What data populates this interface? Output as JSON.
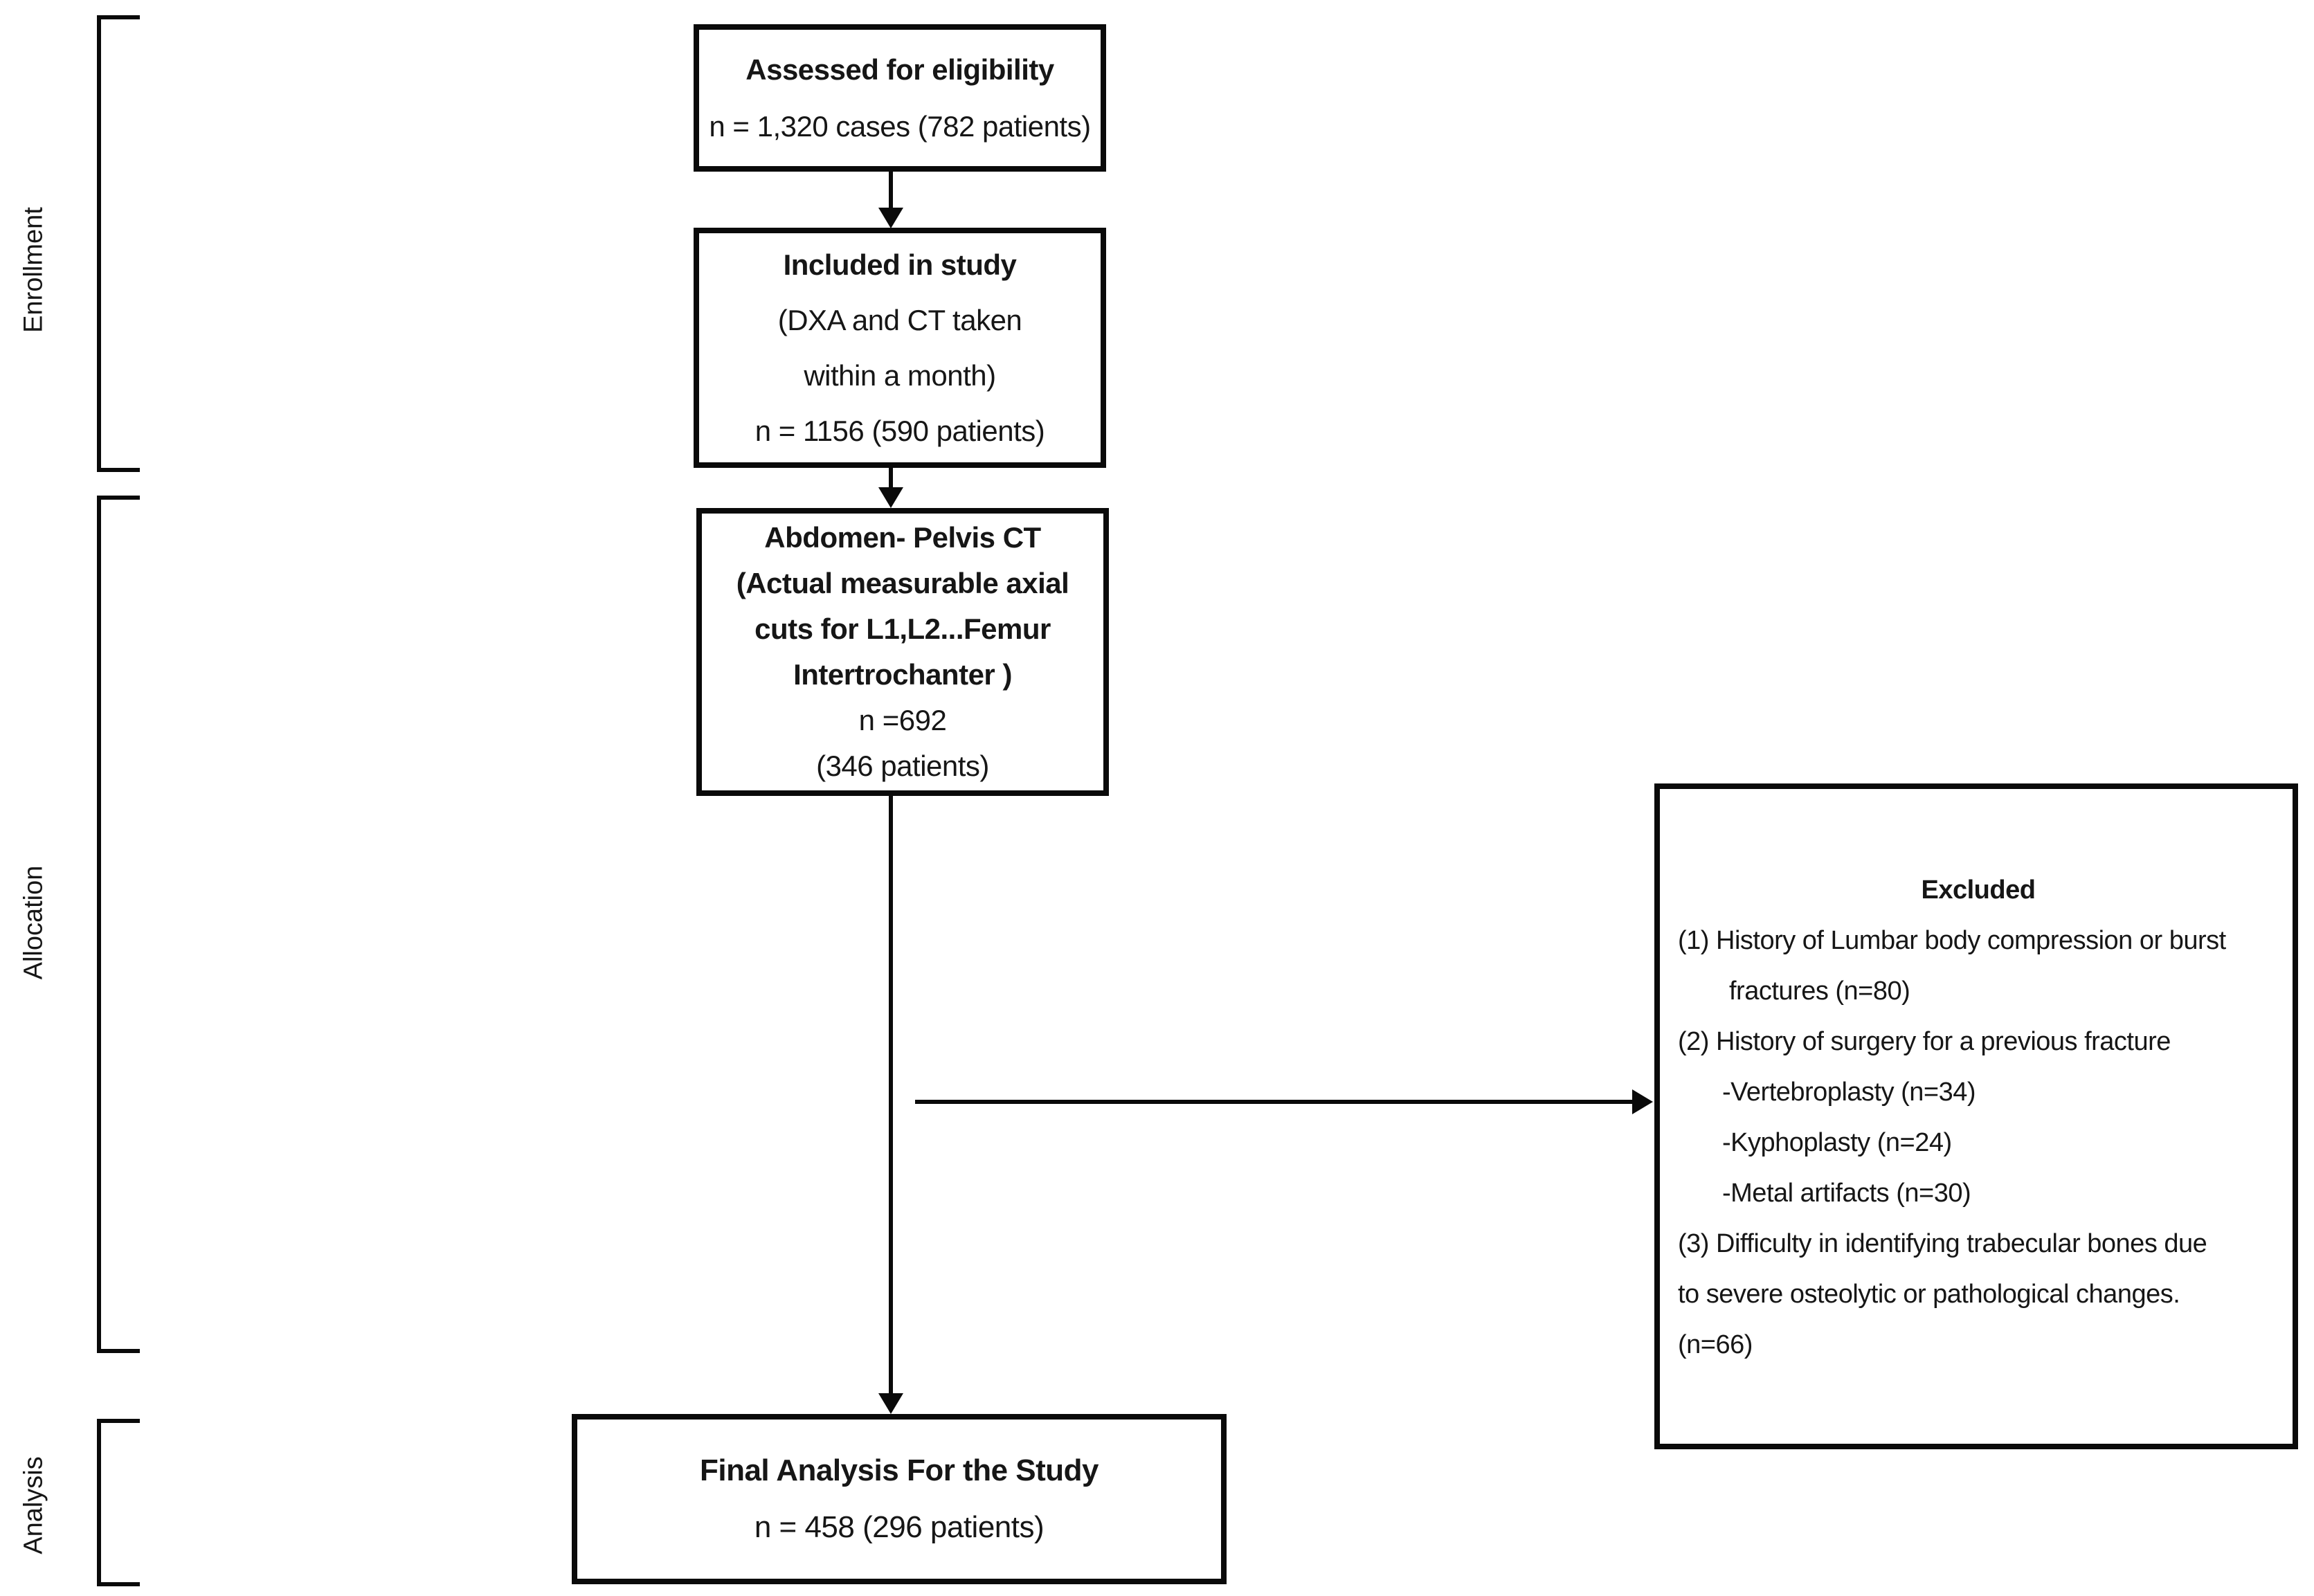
{
  "stages": {
    "enrollment": "Enrollment",
    "allocation": "Allocation",
    "analysis": "Analysis"
  },
  "boxes": {
    "assessed": {
      "title": "Assessed for eligibility",
      "line": "n = 1,320 cases (782 patients)"
    },
    "included": {
      "title": "Included in study",
      "lines": [
        "(DXA and CT taken",
        "within a month)",
        "n = 1156 (590 patients)"
      ]
    },
    "abdomen_pelvis_ct": {
      "title_lines": [
        "Abdomen- Pelvis CT",
        "(Actual measurable axial",
        "cuts for L1,L2...Femur",
        "Intertrochanter )"
      ],
      "lines": [
        "n =692",
        "(346 patients)"
      ]
    },
    "excluded": {
      "title": "Excluded",
      "lines": [
        "(1) History of Lumbar body compression or burst",
        "fractures (n=80)",
        "(2) History of surgery for a previous fracture",
        "-Vertebroplasty (n=34)",
        "-Kyphoplasty (n=24)",
        "-Metal artifacts (n=30)",
        "(3) Difficulty in identifying trabecular bones due",
        "to severe osteolytic or pathological changes.",
        "(n=66)"
      ]
    },
    "final": {
      "title": "Final Analysis For the Study",
      "line": "n =  458 (296 patients)"
    }
  }
}
